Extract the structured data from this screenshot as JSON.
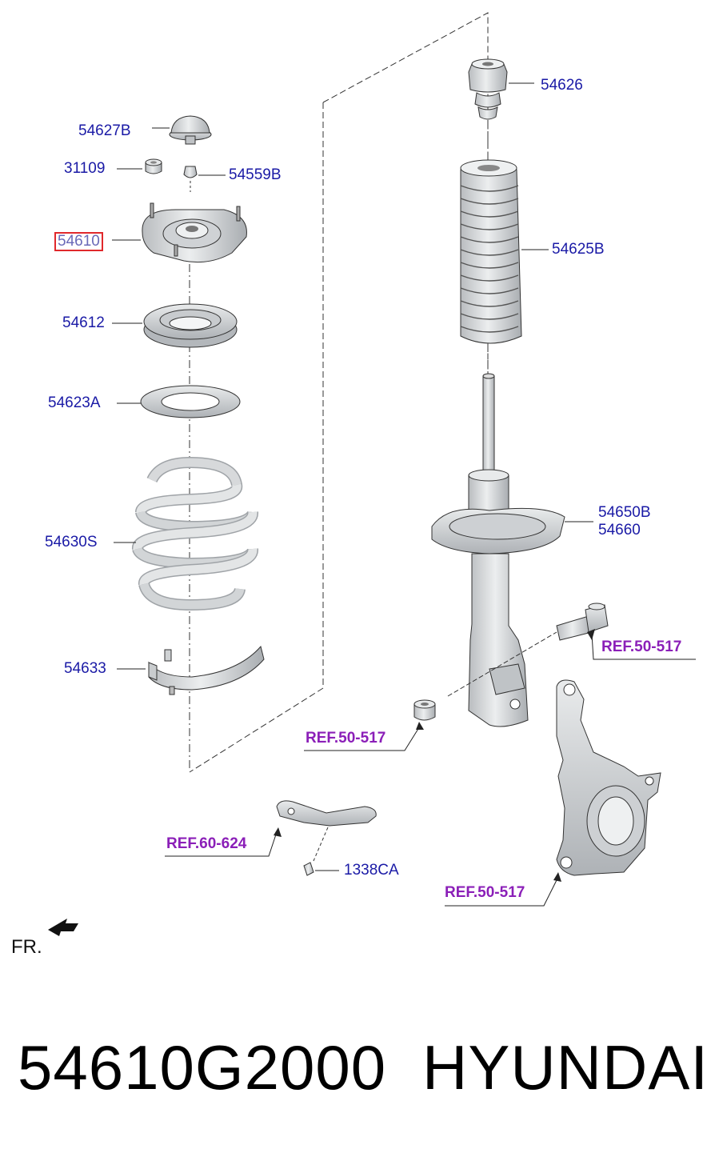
{
  "labels": {
    "p54627B": "54627B",
    "p31109": "31109",
    "p54559B": "54559B",
    "p54610": "54610",
    "p54612": "54612",
    "p54623A": "54623A",
    "p54630S": "54630S",
    "p54633": "54633",
    "p54626": "54626",
    "p54625B": "54625B",
    "p54650B": "54650B",
    "p54660": "54660",
    "ref_bolt": "REF.50-517",
    "ref_nut": "REF.50-517",
    "ref_bracket": "REF.60-624",
    "p1338CA": "1338CA",
    "ref_knuckle": "REF.50-517",
    "fr": "FR."
  },
  "footer": {
    "part_number": "54610G2000",
    "brand": "HYUNDAI"
  },
  "colors": {
    "label": "#1a1aa6",
    "reference": "#8b1fb8",
    "highlight": "#e0282c",
    "part_fill": "#d8dadc",
    "part_stroke": "#333333"
  }
}
